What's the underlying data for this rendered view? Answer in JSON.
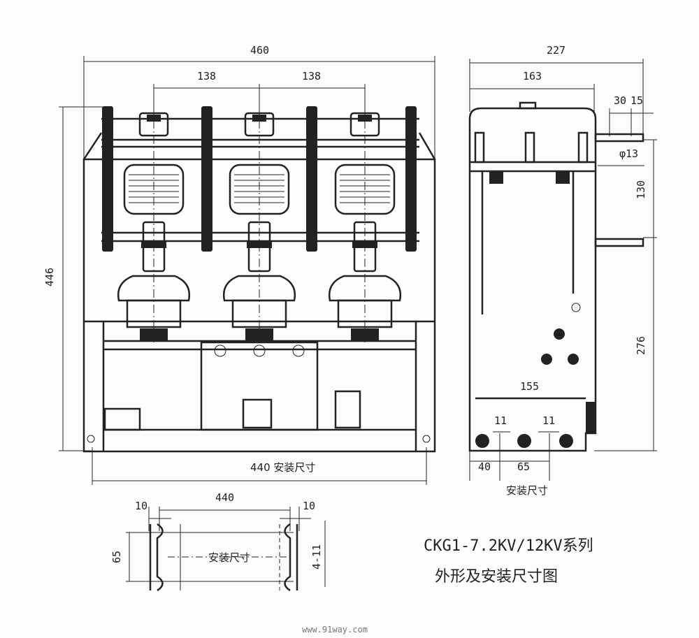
{
  "front_view": {
    "width_overall": "460",
    "pole_pitch_left": "138",
    "pole_pitch_right": "138",
    "height_overall": "446",
    "mounting_width": "440 安装尺寸"
  },
  "side_view": {
    "depth_overall": "227",
    "depth_body": "163",
    "terminal_offset": "30",
    "terminal_width": "15",
    "hole_diameter": "φ13",
    "terminal_spacing": "130",
    "terminal_height": "276",
    "base_width": "155",
    "hole_left": "11",
    "hole_right": "11",
    "mount_offset": "40",
    "mount_spacing": "65",
    "mount_label": "安装尺寸"
  },
  "mount_plan": {
    "width": "440",
    "left_margin": "10",
    "right_margin": "10",
    "depth": "65",
    "label": "安装尺寸",
    "holes": "4-11"
  },
  "title_block": {
    "line1": "CKG1-7.2KV/12KV系列",
    "line2": "外形及安装尺寸图"
  },
  "watermark": "www.91way.com"
}
